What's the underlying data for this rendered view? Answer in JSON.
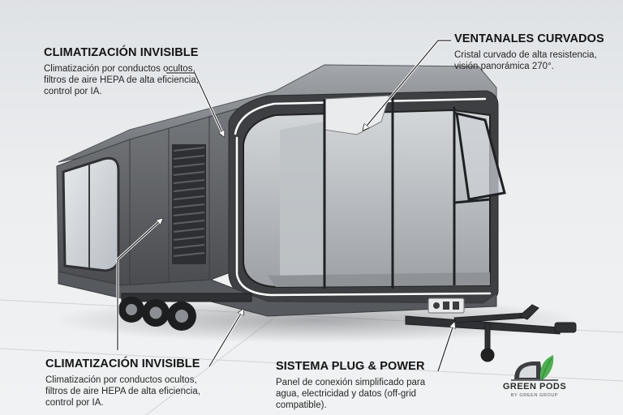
{
  "callouts": [
    {
      "title": "CLIMATIZACIÓN INVISIBLE",
      "text": "Climatización por conductos ocultos, filtros de aire HEPA de alta eficiencia, control por IA."
    },
    {
      "title": "VENTANALES CURVADOS",
      "text": "Cristal curvado de alta resistencia, visión panorámica 270°."
    },
    {
      "title": "CLIMATIZACIÓN INVISIBLE",
      "text": "Climatización por conductos ocultos, filtros de aire HEPA de alta eficiencia, control por IA."
    },
    {
      "title": "SISTEMA PLUG & POWER",
      "text": "Panel de conexión simplificado para agua, electricidad y datos (off-grid compatible)."
    }
  ],
  "logo": {
    "name": "GREEN PODS",
    "tagline": "BY GREEN GROUP",
    "colors": {
      "leaf": "#4caf50",
      "text": "#2b2b2b"
    }
  },
  "colors": {
    "body": "#5a5d61",
    "body_dark": "#3a3c3f",
    "glass": "#c9ced3",
    "led": "#ffffff",
    "background": "#e6e8ea"
  }
}
